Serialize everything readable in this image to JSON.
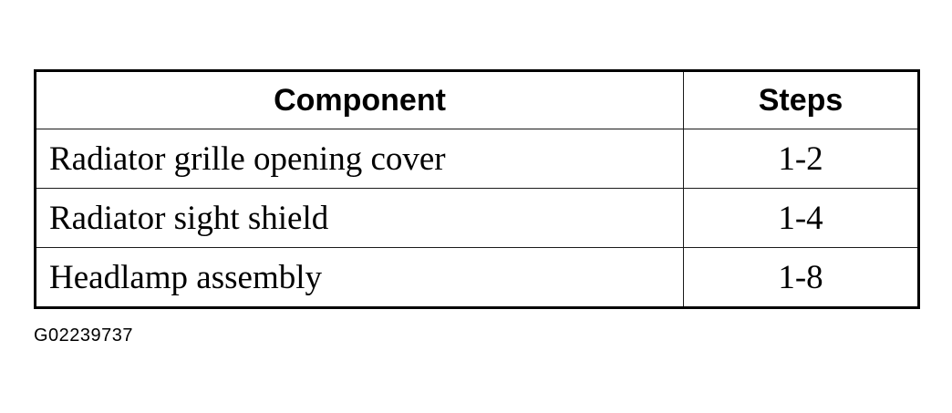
{
  "table": {
    "headers": [
      "Component",
      "Steps"
    ],
    "rows": [
      [
        "Radiator grille opening cover",
        "1-2"
      ],
      [
        "Radiator sight shield",
        "1-4"
      ],
      [
        "Headlamp assembly",
        "1-8"
      ]
    ]
  },
  "figure_id": "G02239737"
}
